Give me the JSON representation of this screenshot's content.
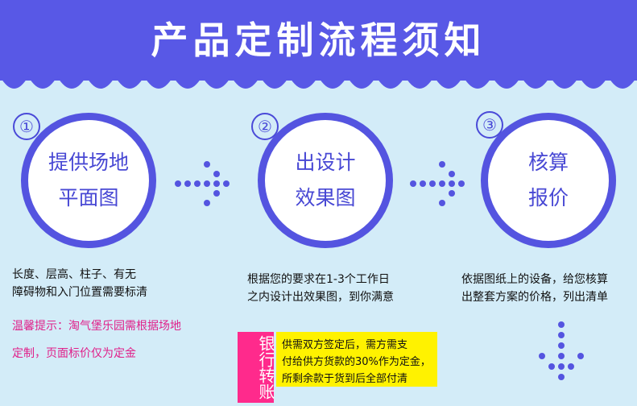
{
  "header": {
    "title": "产品定制流程须知"
  },
  "steps": [
    {
      "number": "①",
      "line1": "提供场地",
      "line2": "平面图",
      "desc": [
        "长度、层高、柱子、有无",
        "障碍物和入门位置需要标清"
      ]
    },
    {
      "number": "②",
      "line1": "出设计",
      "line2": "效果图",
      "desc": [
        "根据您的要求在1-3个工作日",
        "之内设计出效果图，到你满意"
      ]
    },
    {
      "number": "③",
      "line1": "核算",
      "line2": "报价",
      "desc": [
        "依据图纸上的设备，给您核算",
        "出整套方案的价格，列出清单"
      ]
    }
  ],
  "notice": {
    "lines": [
      "温馨提示：淘气堡乐园需根据场地",
      "定制，页面标价仅为定金"
    ]
  },
  "bank": {
    "label": "银行转账",
    "lines": [
      "供需双方签定后，需方需支",
      "付给供方货款的30%作为定金，",
      "所剩余款于货到后全部付清"
    ]
  },
  "colors": {
    "header": "#5858e6",
    "background": "#d3ecf8",
    "accent": "#5454e0",
    "notice": "#e0208a",
    "bank_label_bg": "#ff2a8c",
    "bank_note_bg": "#fff200"
  }
}
